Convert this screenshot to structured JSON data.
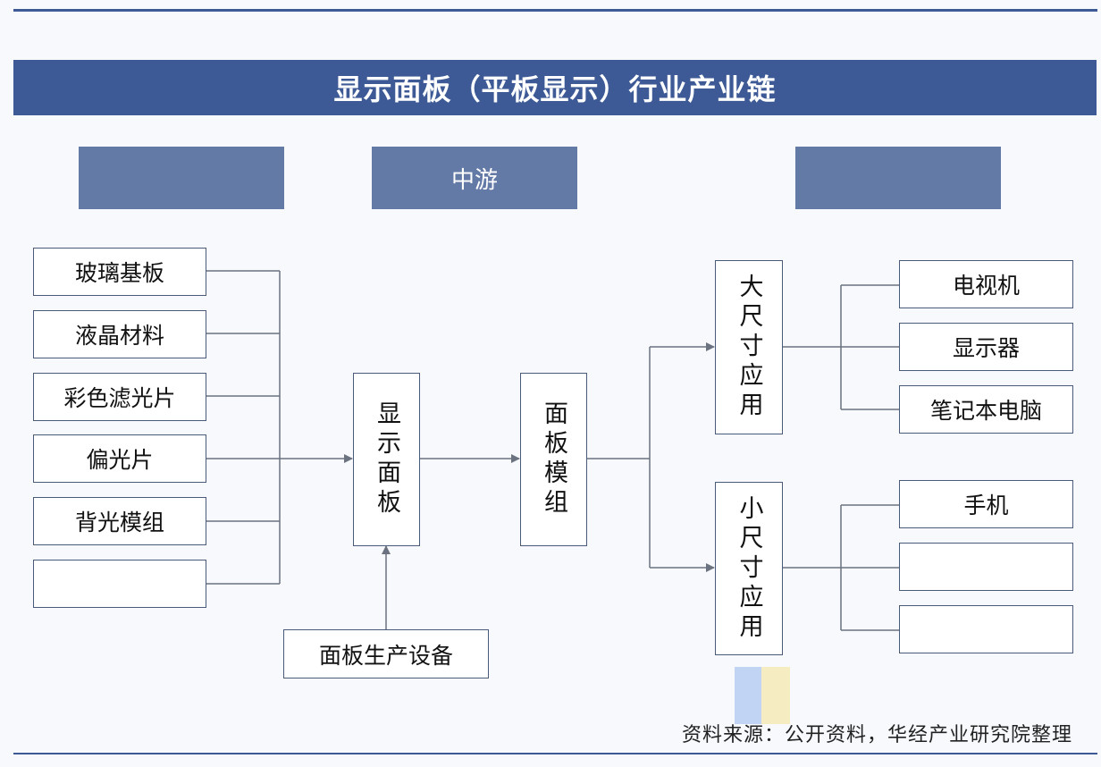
{
  "title": "显示面板（平板显示）行业产业链",
  "headers": {
    "upstream": "",
    "midstream": "中游",
    "downstream": ""
  },
  "upstream_items": [
    "玻璃基板",
    "液晶材料",
    "彩色滤光片",
    "偏光片",
    "背光模组",
    ""
  ],
  "equipment": "面板生产设备",
  "panel": "显示面板",
  "module": "面板模组",
  "large_app": "大尺寸应用",
  "small_app": "小尺寸应用",
  "large_items": [
    "电视机",
    "显示器",
    "笔记本电脑"
  ],
  "small_items": [
    "手机",
    "",
    ""
  ],
  "source": "资料来源：公开资料，华经产业研究院整理",
  "colors": {
    "title_bar": "#3d5a96",
    "header_box": "#6379a6"
  }
}
